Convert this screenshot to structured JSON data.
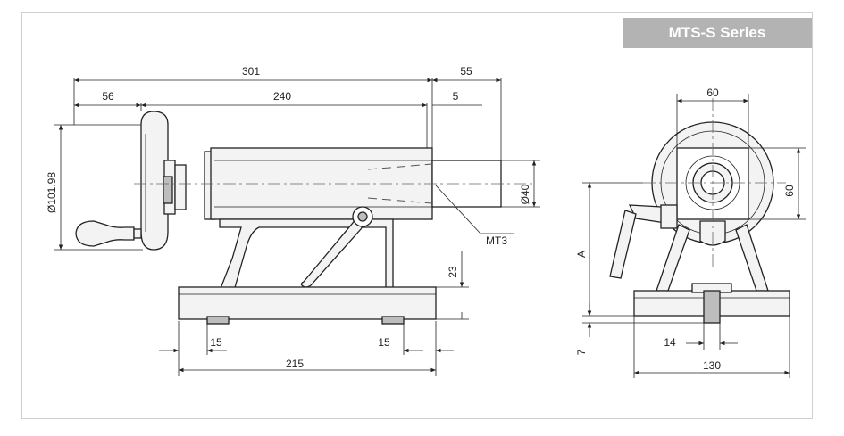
{
  "series_label": "MTS-S Series",
  "dimensions": {
    "overall_length": "301",
    "extension": "55",
    "handwheel_depth": "56",
    "body_length": "240",
    "tip_offset": "5",
    "handwheel_diameter": "Ø101.98",
    "spindle_diameter": "Ø40",
    "taper": "MT3",
    "base_height": "23",
    "slot_left": "15",
    "slot_right": "15",
    "base_length": "215",
    "end_width_top": "60",
    "end_height": "60",
    "center_height": "A",
    "base_thickness": "7",
    "key_width": "14",
    "base_width": "130"
  }
}
